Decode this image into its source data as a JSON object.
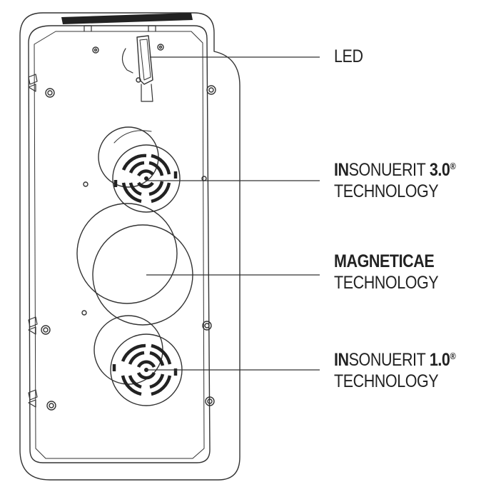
{
  "labels": {
    "led": {
      "text": "LED"
    },
    "insonuerit3": {
      "prefix": "IN",
      "name": "SONUERIT",
      "version": "3.0",
      "mark": "®",
      "sub": "TECHNOLOGY"
    },
    "magneticae": {
      "title": "MAGNETICAE",
      "sub": "TECHNOLOGY"
    },
    "insonuerit1": {
      "prefix": "IN",
      "name": "SONUERIT",
      "version": "1.0",
      "mark": "®",
      "sub": "TECHNOLOGY"
    }
  }
}
